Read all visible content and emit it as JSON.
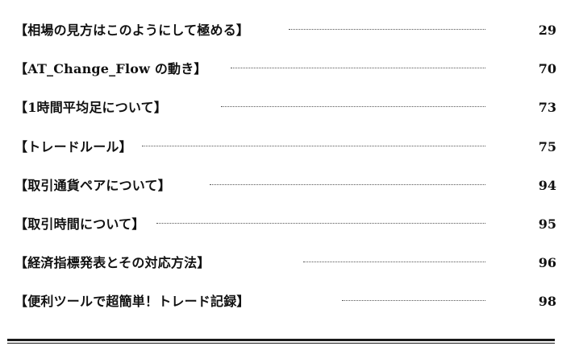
{
  "toc": [
    {
      "title": "【相場の見方はこのようにして極める】",
      "page": "29"
    },
    {
      "title": "【AT_Change_Flow の動き】",
      "page": "70"
    },
    {
      "title": "【1時間平均足について】",
      "page": "73"
    },
    {
      "title": "【トレードルール】",
      "page": "75"
    },
    {
      "title": "【取引通貨ペアについて】",
      "page": "94"
    },
    {
      "title": "【取引時間について】",
      "page": "95"
    },
    {
      "title": "【経済指標発表とその対応方法】",
      "page": "96"
    },
    {
      "title": "【便利ツールで超簡単！トレード記録】",
      "page": "98"
    }
  ]
}
